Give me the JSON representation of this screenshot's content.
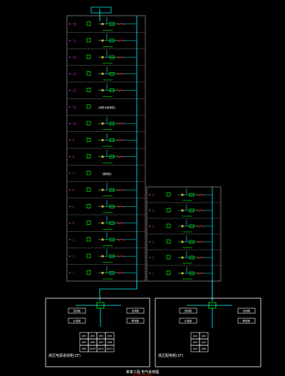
{
  "diagram": {
    "title": "某某工程  电气系统图",
    "tower_a": {
      "floor_labels": [
        "16",
        "15",
        "14",
        "13",
        "12",
        "11",
        "10",
        "9",
        "8",
        "7",
        "6",
        "5",
        "4",
        "3",
        "2",
        "1"
      ],
      "special_floor_notes": {
        "row_5": "(消防水泵房层)",
        "row_9": "(避难层)"
      }
    },
    "tower_b": {
      "floor_labels": [
        "6",
        "5",
        "4",
        "3",
        "2",
        "1"
      ]
    },
    "panel_left": {
      "title": "高压电源进线柜(1F)",
      "cabinet_labels": [
        "进线柜",
        "计量柜",
        "出线柜",
        "联络柜"
      ],
      "grid_cells": [
        "AH1",
        "AH2",
        "AH3",
        "AH4",
        "AH5",
        "AH6",
        "AH7",
        "AH8",
        "AH9",
        "AH10",
        "AH11",
        "AH12"
      ]
    },
    "panel_right": {
      "title": "低压配电柜(1F)",
      "cabinet_labels": [
        "进线柜",
        "计量柜",
        "出线柜",
        "联络柜"
      ],
      "grid_cells": [
        "AA1",
        "AA2",
        "AA3",
        "AA4",
        "AA5",
        "AA6"
      ]
    },
    "colors": {
      "background": "#000000",
      "frame": "#ffffff",
      "feeder": "#00ffff",
      "equipment": "#00ff00",
      "breaker": "#ff0000",
      "transformer": "#ffaa00",
      "floor_label": "#ff00ff",
      "text": "#ffffff"
    }
  }
}
